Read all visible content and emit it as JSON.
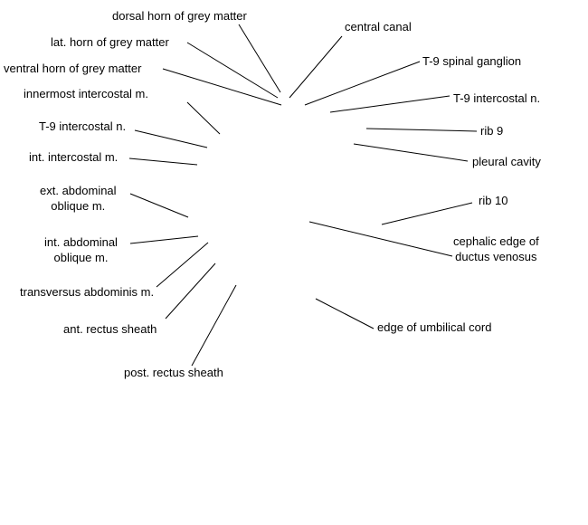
{
  "labels": {
    "dorsal_horn": "dorsal horn of grey matter",
    "central_canal": "central canal",
    "lat_horn": "lat. horn of grey matter",
    "t9_spinal_ganglion": "T-9 spinal ganglion",
    "ventral_horn": "ventral horn of grey matter",
    "t9_intercostal_n_right": "T-9 intercostal n.",
    "innermost_intercostal": "innermost intercostal m.",
    "rib9": "rib 9",
    "t9_intercostal_n_left": "T-9 intercostal n.",
    "pleural_cavity": "pleural cavity",
    "int_intercostal": "int. intercostal m.",
    "ext_abdominal_oblique": [
      "ext. abdominal",
      "oblique m."
    ],
    "rib10": "rib 10",
    "int_abdominal_oblique": [
      "int. abdominal",
      "oblique m."
    ],
    "cephalic_edge_ductus": [
      "cephalic edge of",
      "ductus venosus"
    ],
    "transversus_abdominis": "transversus abdominis m.",
    "ant_rectus_sheath": "ant. rectus sheath",
    "edge_umbilical_cord": "edge of umbilical cord",
    "post_rectus_sheath": "post. rectus sheath"
  }
}
